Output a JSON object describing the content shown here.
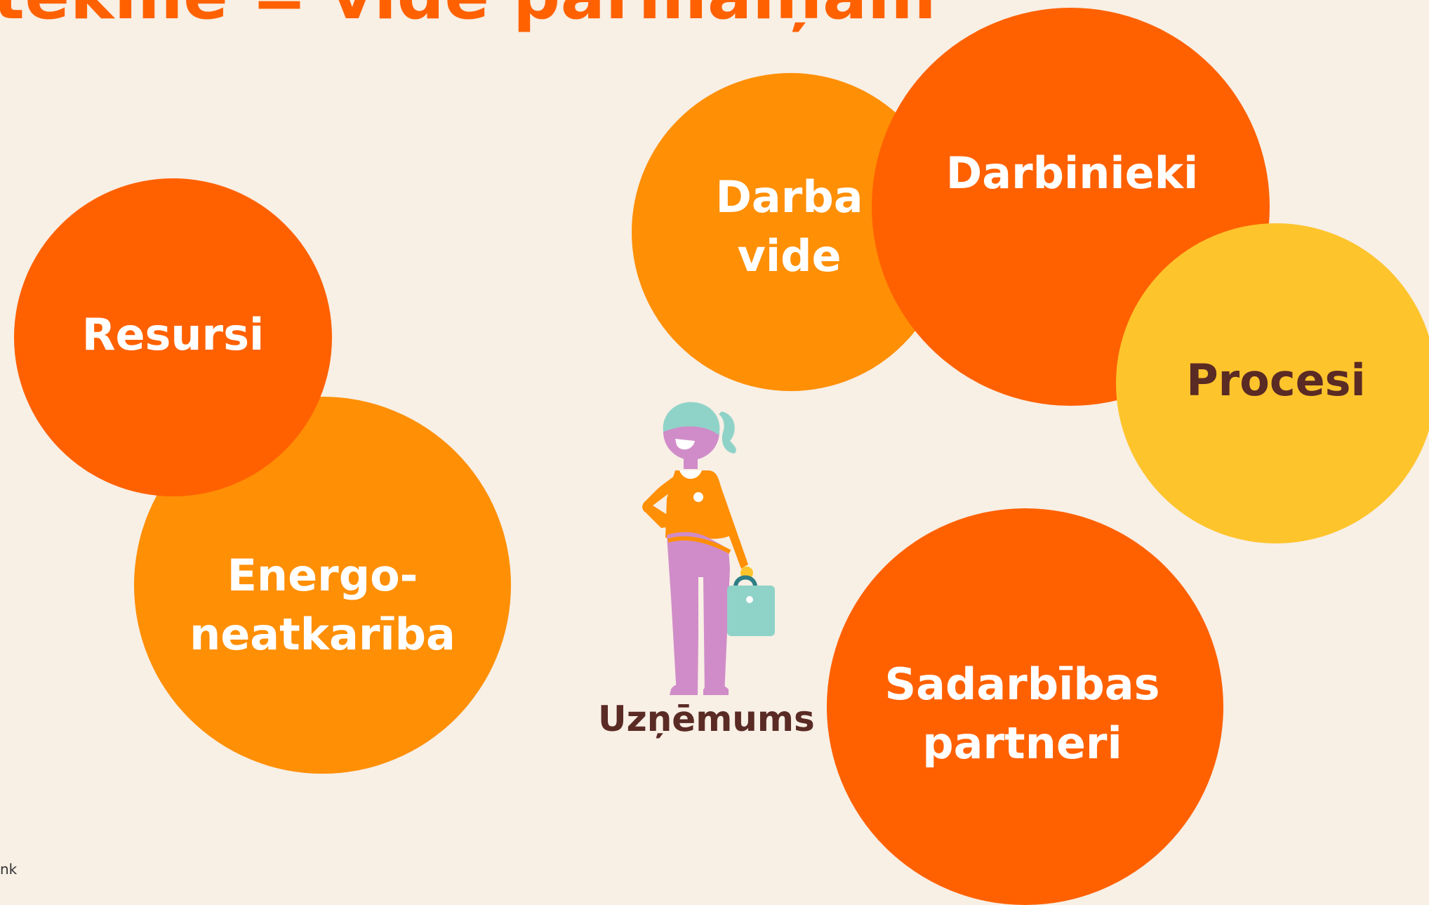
{
  "title": "tekme = vide pārmaiņām",
  "circles": {
    "darba_vide": "Darba\nvide",
    "darbinieki": "Darbinieki",
    "procesi": "Procesi",
    "resursi": "Resursi",
    "energo": "Energo-\nneatkarība",
    "sadarbibas": "Sadarbības\npartneri"
  },
  "company_label": "Uzņēmums",
  "footer_text": "nk",
  "colors": {
    "background": "#f8efe5",
    "dark_orange": "#ff6100",
    "light_orange": "#ff8f05",
    "yellow": "#fec42c",
    "dark_text": "#5a2a24",
    "figure_pink": "#d08cc8",
    "figure_teal": "#8fd3c8"
  },
  "icons": {
    "figure": "businesswoman-with-handbag-icon"
  }
}
